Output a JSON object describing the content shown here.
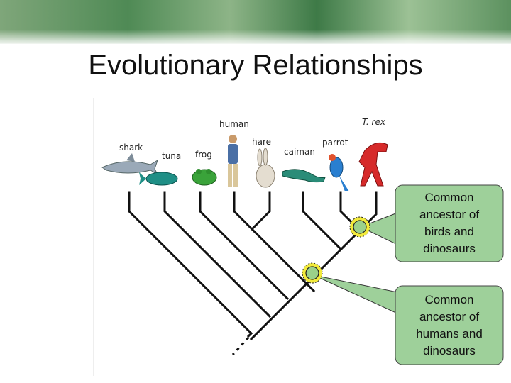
{
  "slide": {
    "title": "Evolutionary Relationships"
  },
  "taxa": [
    {
      "key": "shark",
      "label": "shark"
    },
    {
      "key": "tuna",
      "label": "tuna"
    },
    {
      "key": "frog",
      "label": "frog"
    },
    {
      "key": "human",
      "label": "human"
    },
    {
      "key": "hare",
      "label": "hare"
    },
    {
      "key": "caiman",
      "label": "caiman"
    },
    {
      "key": "parrot",
      "label": "parrot"
    },
    {
      "key": "trex",
      "label": "T. rex"
    }
  ],
  "callouts": [
    {
      "key": "birds-dinosaurs",
      "lines": [
        "Common",
        "ancestor of",
        "birds and",
        "dinosaurs"
      ]
    },
    {
      "key": "humans-dinosaurs",
      "lines": [
        "Common",
        "ancestor of",
        "humans and",
        "dinosaurs"
      ]
    }
  ],
  "colors": {
    "callout_fill": "#9ed09a",
    "marker_fill": "#9bd18a",
    "marker_ring": "#f2ea3a",
    "branch": "#111111"
  }
}
